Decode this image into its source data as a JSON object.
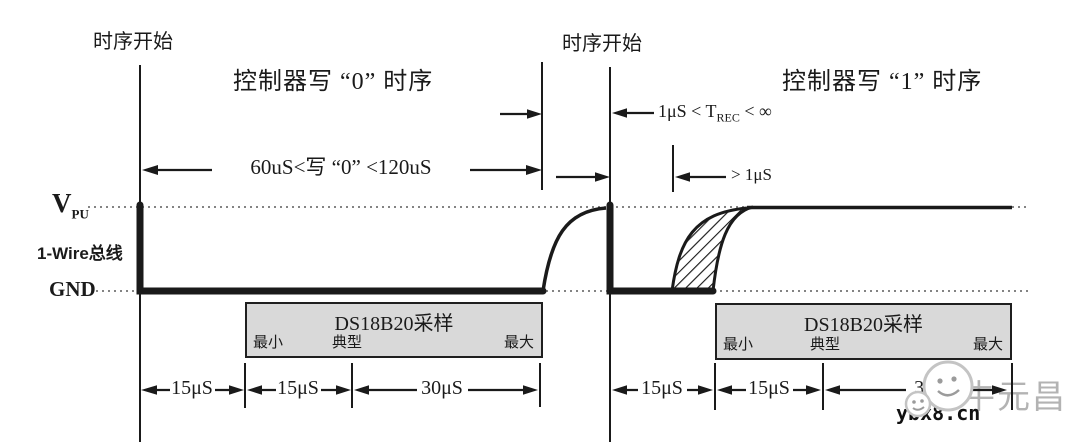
{
  "diagram": {
    "start_label_1": "时序开始",
    "start_label_2": "时序开始",
    "write0_title": "控制器写 “0” 时序",
    "write1_title": "控制器写 “1” 时序",
    "write0_range": "60uS<写 “0” <120uS",
    "trec_pre": "1μS < T",
    "trec_sub": "REC",
    "trec_post": " < ∞",
    "gt_1us": "> 1μS",
    "vpu_main": "V",
    "vpu_sub": "PU",
    "bus_label": "1-Wire总线",
    "gnd_label": "GND"
  },
  "sampling_box": {
    "title": "DS18B20采样",
    "min": "最小",
    "typ": "典型",
    "max": "最大"
  },
  "measurements": {
    "group1": [
      "15μS",
      "15μS",
      "30μS"
    ],
    "group2": [
      "15μS",
      "15μS",
      "30μS"
    ]
  },
  "watermark": {
    "name": "牛元昌",
    "site": "ybx8.cn"
  },
  "colors": {
    "line": "#1a1a1a",
    "box_fill": "#d9d9d9",
    "watermark_gray": "#b3b3b3"
  }
}
